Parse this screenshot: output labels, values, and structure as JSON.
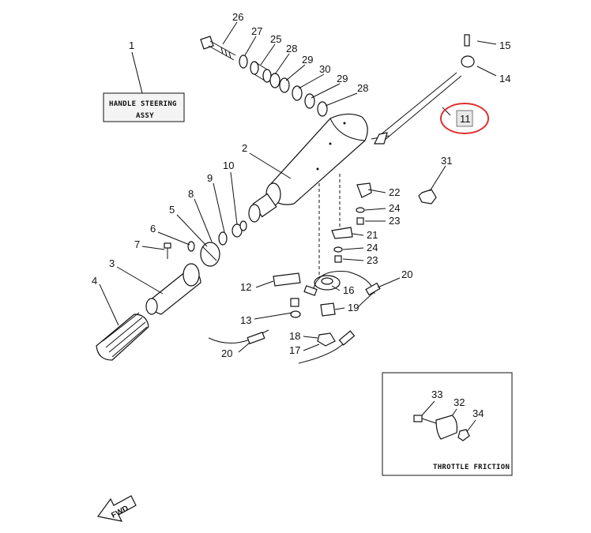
{
  "title_box": {
    "number": "1",
    "line1": "HANDLE STEERING",
    "line2": "ASSY"
  },
  "inset": {
    "label": "THROTTLE FRICTION"
  },
  "fwd": {
    "label": "FWD"
  },
  "callouts": {
    "c26": "26",
    "c27": "27",
    "c25": "25",
    "c28a": "28",
    "c29a": "29",
    "c30": "30",
    "c29b": "29",
    "c28b": "28",
    "c15": "15",
    "c14": "14",
    "c11": "11",
    "c2": "2",
    "c10": "10",
    "c9": "9",
    "c8": "8",
    "c5": "5",
    "c6": "6",
    "c7": "7",
    "c3": "3",
    "c4": "4",
    "c31": "31",
    "c22": "22",
    "c24a": "24",
    "c23a": "23",
    "c21": "21",
    "c24b": "24",
    "c23b": "23",
    "c20a": "20",
    "c12": "12",
    "c16": "16",
    "c19": "19",
    "c13": "13",
    "c18": "18",
    "c17": "17",
    "c20b": "20",
    "c33": "33",
    "c32": "32",
    "c34": "34"
  },
  "highlight_color": "#e03030"
}
